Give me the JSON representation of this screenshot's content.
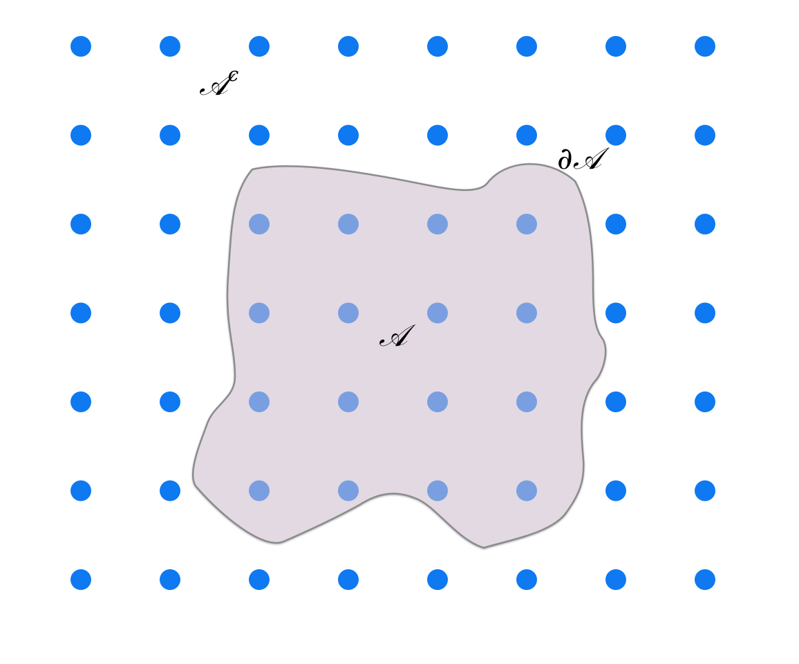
{
  "diagram": {
    "labels": {
      "complement": "𝒜",
      "complement_superscript": "c",
      "boundary": "∂𝒜",
      "region": "𝒜"
    },
    "lattice": {
      "rows": 7,
      "cols": 8,
      "outside_color": "#0E79F0",
      "inside_color": "#7A9FE0",
      "inside_points": [
        [
          2,
          2
        ],
        [
          2,
          3
        ],
        [
          2,
          4
        ],
        [
          2,
          5
        ],
        [
          3,
          2
        ],
        [
          3,
          3
        ],
        [
          3,
          4
        ],
        [
          3,
          5
        ],
        [
          4,
          2
        ],
        [
          4,
          3
        ],
        [
          4,
          4
        ],
        [
          4,
          5
        ],
        [
          5,
          2
        ],
        [
          5,
          3
        ],
        [
          5,
          4
        ],
        [
          5,
          5
        ]
      ]
    },
    "region": {
      "fill_color": "#E2D9E3",
      "stroke_color": "#8C8C8C"
    }
  }
}
